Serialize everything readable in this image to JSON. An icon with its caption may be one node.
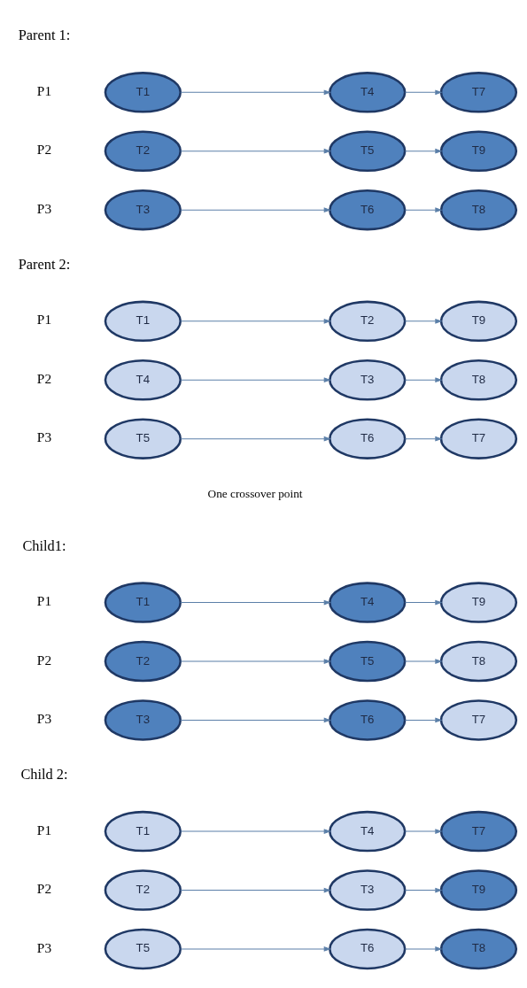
{
  "diagram": {
    "nodes": [
      {
        "text": [
          "T1"
        ]
      },
      {
        "text": [
          "T4"
        ]
      },
      {
        "text": [
          "T7"
        ]
      },
      {
        "text": [
          "T2"
        ]
      },
      {
        "text": [
          "T5"
        ]
      },
      {
        "text": [
          "T9"
        ]
      },
      {
        "text": [
          "T3"
        ]
      },
      {
        "text": [
          "T6"
        ]
      },
      {
        "text": [
          "T8"
        ]
      },
      {
        "text": [
          "T1"
        ]
      },
      {
        "text": [
          "T2"
        ]
      },
      {
        "text": [
          "T9"
        ]
      },
      {
        "text": [
          "T4"
        ]
      },
      {
        "text": [
          "T3"
        ]
      },
      {
        "text": [
          "T8"
        ]
      },
      {
        "text": [
          "T5"
        ]
      },
      {
        "text": [
          "T6"
        ]
      },
      {
        "text": [
          "T7"
        ]
      },
      {
        "text": [
          "T1"
        ]
      },
      {
        "text": [
          "T4"
        ]
      },
      {
        "text": [
          "T9"
        ]
      },
      {
        "text": [
          "T2"
        ]
      },
      {
        "text": [
          "T5"
        ]
      },
      {
        "text": [
          "T8"
        ]
      },
      {
        "text": [
          "T3"
        ]
      },
      {
        "text": [
          "T6"
        ]
      },
      {
        "text": [
          "T7"
        ]
      },
      {
        "text": [
          "T1"
        ]
      },
      {
        "text": [
          "T4"
        ]
      },
      {
        "text": [
          "T7"
        ]
      },
      {
        "text": [
          "T2"
        ]
      },
      {
        "text": [
          "T3"
        ]
      },
      {
        "text": [
          "T9"
        ]
      },
      {
        "text": [
          "T5"
        ]
      },
      {
        "text": [
          "T6"
        ]
      },
      {
        "text": [
          "T8"
        ]
      }
    ],
    "edges": [
      {
        "from": 0,
        "to": 1,
        "arrow": "to"
      },
      {
        "from": 1,
        "to": 2,
        "arrow": "to"
      },
      {
        "from": 3,
        "to": 4,
        "arrow": "to"
      },
      {
        "from": 4,
        "to": 5,
        "arrow": "to"
      },
      {
        "from": 6,
        "to": 7,
        "arrow": "to"
      },
      {
        "from": 7,
        "to": 8,
        "arrow": "to"
      },
      {
        "from": 9,
        "to": 10,
        "arrow": "to"
      },
      {
        "from": 10,
        "to": 11,
        "arrow": "to"
      },
      {
        "from": 12,
        "to": 13,
        "arrow": "to"
      },
      {
        "from": 13,
        "to": 14,
        "arrow": "to"
      },
      {
        "from": 15,
        "to": 16,
        "arrow": "to"
      },
      {
        "from": 16,
        "to": 17,
        "arrow": "to"
      },
      {
        "from": 18,
        "to": 19,
        "arrow": "to"
      },
      {
        "from": 19,
        "to": 20,
        "arrow": "to"
      },
      {
        "from": 21,
        "to": 22,
        "arrow": "to"
      },
      {
        "from": 22,
        "to": 23,
        "arrow": "to"
      },
      {
        "from": 24,
        "to": 25,
        "arrow": "to"
      },
      {
        "from": 25,
        "to": 26,
        "arrow": "to"
      },
      {
        "from": 27,
        "to": 28,
        "arrow": "to"
      },
      {
        "from": 28,
        "to": 29,
        "arrow": "to"
      },
      {
        "from": 30,
        "to": 31,
        "arrow": "to"
      },
      {
        "from": 31,
        "to": 32,
        "arrow": "to"
      },
      {
        "from": 33,
        "to": 34,
        "arrow": "to"
      },
      {
        "from": 34,
        "to": 35,
        "arrow": "to"
      }
    ],
    "labels": [
      "Parent 1:",
      "P1",
      "P2",
      "P3",
      "Parent 2:",
      "P1",
      "P2",
      "P3",
      "One crossover point",
      "Child1:",
      "P1",
      "P2",
      "P3",
      "Child 2:",
      "P1",
      "P2",
      "P3"
    ]
  }
}
